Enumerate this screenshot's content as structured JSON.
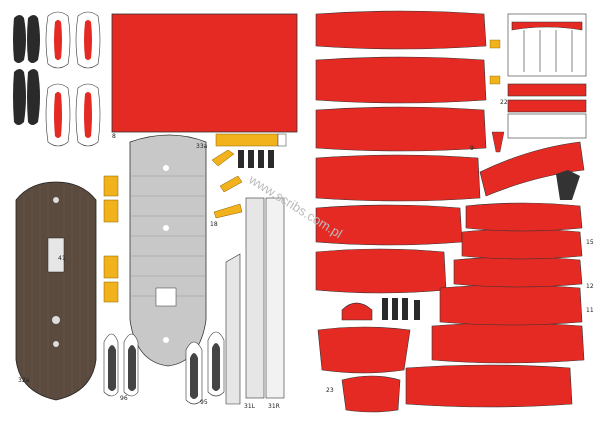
{
  "sheet": {
    "watermark": "www.scribs.com.pl",
    "colors": {
      "red": "#e52a24",
      "dark": "#2a2a2a",
      "deck": "#5b4a3e",
      "grey": "#c8c8c8",
      "yellow": "#f1b21c",
      "outline": "#333333"
    }
  },
  "labels": {
    "part_23": "23",
    "part_22": "22",
    "part_33a": "33a",
    "part_32a": "32a",
    "part_18": "18",
    "part_96": "96",
    "part_95": "95",
    "part_31L": "31L",
    "part_31R": "31R",
    "part_41": "41",
    "part_11": "11",
    "part_12": "12",
    "part_15": "15",
    "part_8": "8",
    "part_9": "9"
  }
}
